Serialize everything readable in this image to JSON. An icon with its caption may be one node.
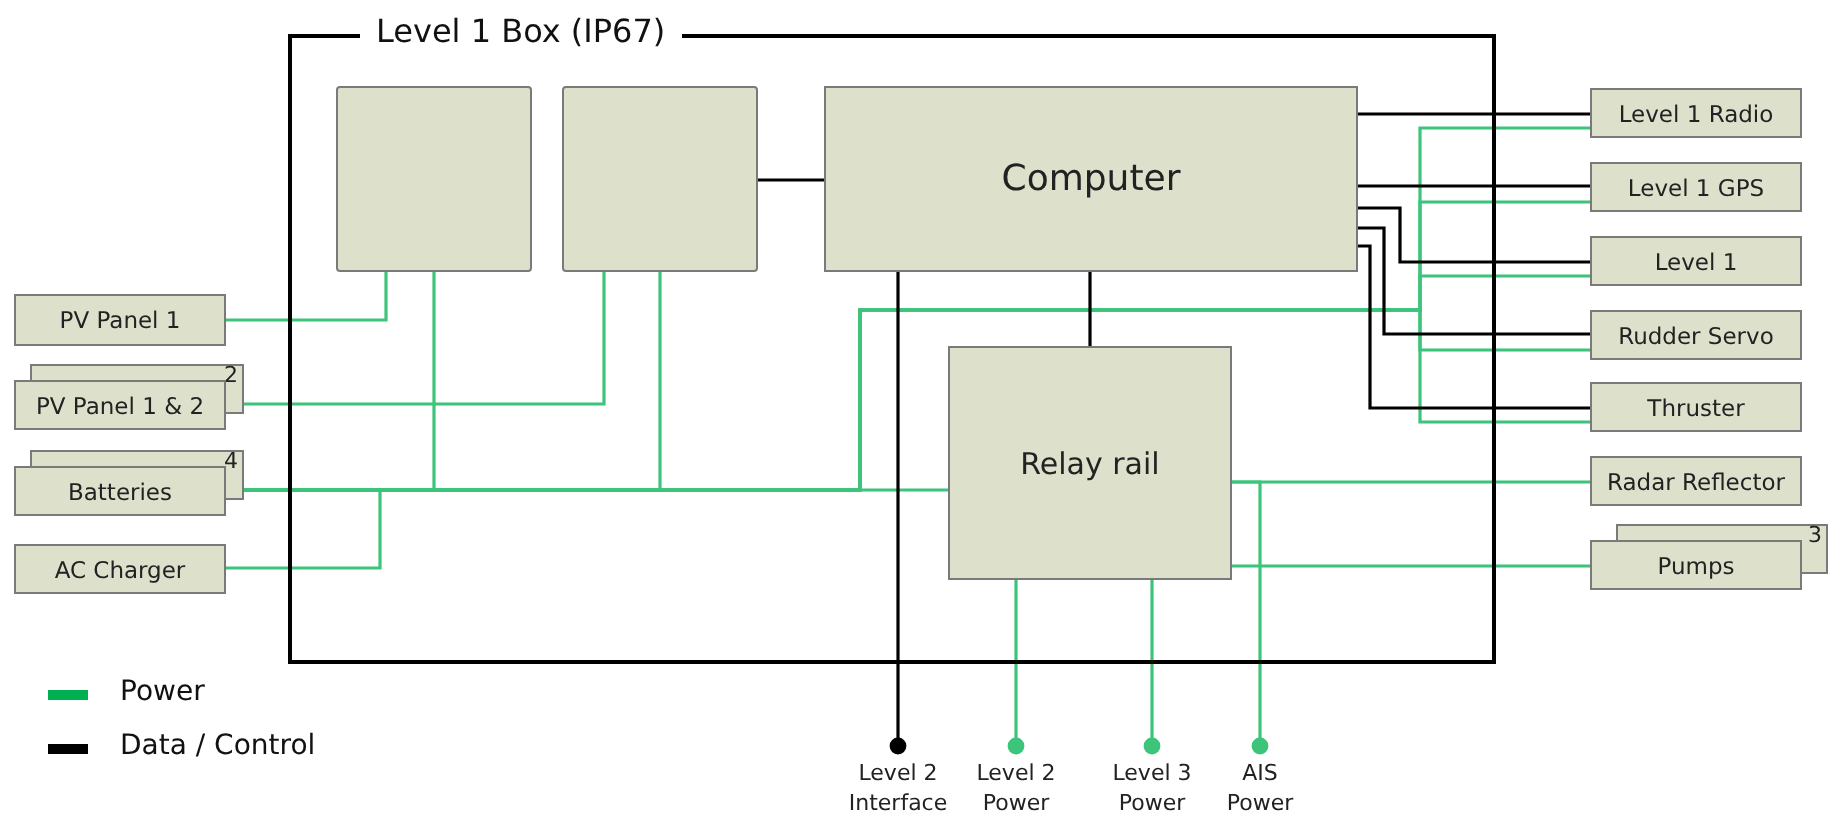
{
  "diagram": {
    "nodes": [
      {
        "text": [
          "Level 1 Box (IP67)"
        ]
      },
      {
        "text": [],
        "shape": "box",
        "in": 0
      },
      {
        "text": [],
        "shape": "box",
        "in": 0
      },
      {
        "text": [
          "Computer"
        ],
        "in": 0
      },
      {
        "text": [
          "Relay rail"
        ],
        "in": 0
      },
      {
        "text": [
          "PV Panel 1"
        ]
      },
      {
        "text": [
          "PV Panel 1 & 2"
        ],
        "beside": [
          "2"
        ]
      },
      {
        "text": [
          "Batteries"
        ],
        "beside": [
          "4"
        ]
      },
      {
        "text": [
          "AC Charger"
        ]
      },
      {
        "text": [
          "Level 1 Radio"
        ]
      },
      {
        "text": [
          "Level 1 GPS"
        ]
      },
      {
        "text": [
          "Level 1"
        ]
      },
      {
        "text": [
          "Rudder Servo"
        ]
      },
      {
        "text": [
          "Thruster"
        ]
      },
      {
        "text": [
          "Radar Reflector"
        ]
      },
      {
        "text": [
          "Pumps"
        ],
        "beside": [
          "3"
        ]
      },
      {
        "text": [
          "Level 2 Interface"
        ]
      },
      {
        "text": [
          "Level 2 Power"
        ]
      },
      {
        "text": [
          "Level 3 Power"
        ]
      },
      {
        "text": [
          "AIS Power"
        ]
      }
    ],
    "edges": [
      {
        "from": 5,
        "to": 1,
        "arrow": "none"
      },
      {
        "from": 6,
        "to": 2,
        "arrow": "none"
      },
      {
        "from": 7,
        "to": 1,
        "arrow": "none"
      },
      {
        "from": 7,
        "to": 2,
        "arrow": "none"
      },
      {
        "from": 7,
        "to": 4,
        "arrow": "none"
      },
      {
        "from": 8,
        "to": 7,
        "arrow": "none"
      },
      {
        "from": 7,
        "to": 9,
        "arrow": "none"
      },
      {
        "from": 7,
        "to": 10,
        "arrow": "none"
      },
      {
        "from": 7,
        "to": 11,
        "arrow": "none"
      },
      {
        "from": 7,
        "to": 12,
        "arrow": "none"
      },
      {
        "from": 7,
        "to": 13,
        "arrow": "none"
      },
      {
        "from": 4,
        "to": 14,
        "arrow": "none"
      },
      {
        "from": 4,
        "to": 15,
        "arrow": "none"
      },
      {
        "from": 4,
        "to": 17,
        "arrow": "other"
      },
      {
        "from": 4,
        "to": 18,
        "arrow": "other"
      },
      {
        "from": 4,
        "to": 19,
        "arrow": "other"
      },
      {
        "from": 2,
        "to": 3,
        "arrow": "none",
        "color": "#000000"
      },
      {
        "from": 3,
        "to": 9,
        "arrow": "none",
        "color": "#000000"
      },
      {
        "from": 3,
        "to": 10,
        "arrow": "none",
        "color": "#000000"
      },
      {
        "from": 3,
        "to": 11,
        "arrow": "none",
        "color": "#000000"
      },
      {
        "from": 3,
        "to": 12,
        "arrow": "none",
        "color": "#000000"
      },
      {
        "from": 3,
        "to": 13,
        "arrow": "none",
        "color": "#000000"
      },
      {
        "from": 3,
        "to": 4,
        "arrow": "none",
        "color": "#000000"
      },
      {
        "from": 3,
        "to": 16,
        "arrow": "other",
        "color": "#000000"
      }
    ],
    "legend": [
      {
        "text": "Power",
        "color": "#00b050"
      },
      {
        "text": "Data / Control",
        "color": "#000000"
      }
    ]
  }
}
